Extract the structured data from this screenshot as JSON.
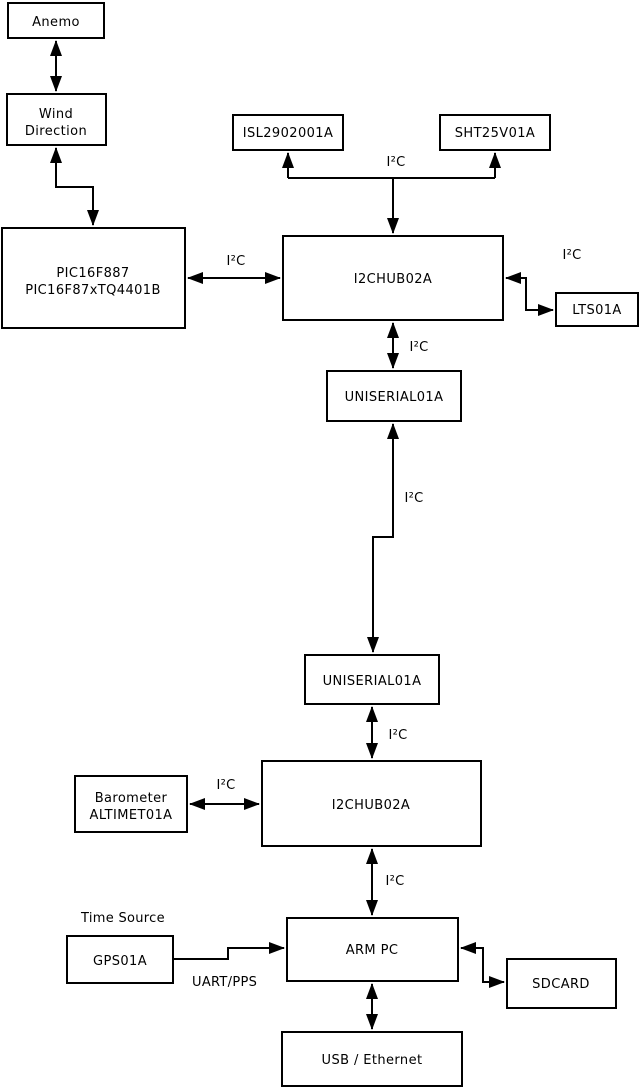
{
  "diagram": {
    "type": "block-diagram",
    "background": "#ffffff",
    "stroke_color": "#000000",
    "text_color": "#000000",
    "nodes": {
      "anemo": {
        "line1": "Anemo"
      },
      "wind_direction": {
        "line1": "Wind",
        "line2": "Direction"
      },
      "pic": {
        "line1": "PIC16F887",
        "line2": "PIC16F87xTQ4401B"
      },
      "isl": {
        "line1": "ISL2902001A"
      },
      "sht": {
        "line1": "SHT25V01A"
      },
      "i2chub_top": {
        "line1": "I2CHUB02A"
      },
      "lts": {
        "line1": "LTS01A"
      },
      "uniserial_top": {
        "line1": "UNISERIAL01A"
      },
      "uniserial_bottom": {
        "line1": "UNISERIAL01A"
      },
      "barometer": {
        "line1": "Barometer",
        "line2": "ALTIMET01A"
      },
      "i2chub_bottom": {
        "line1": "I2CHUB02A"
      },
      "arm_pc": {
        "line1": "ARM PC"
      },
      "gps": {
        "line1": "GPS01A"
      },
      "sdcard": {
        "line1": "SDCARD"
      },
      "usb_ethernet": {
        "line1": "USB / Ethernet"
      }
    },
    "edge_labels": {
      "i2c_sensor_branch": "I²C",
      "i2c_pic_hub": "I²C",
      "i2c_hub_lts": "I²C",
      "i2c_hub_uniserial": "I²C",
      "i2c_uniserial_link": "I²C",
      "i2c_uniserial_hub2": "I²C",
      "i2c_barometer_hub2": "I²C",
      "i2c_hub2_armpc": "I²C",
      "uart_pps": "UART/PPS",
      "time_source": "Time Source"
    }
  }
}
